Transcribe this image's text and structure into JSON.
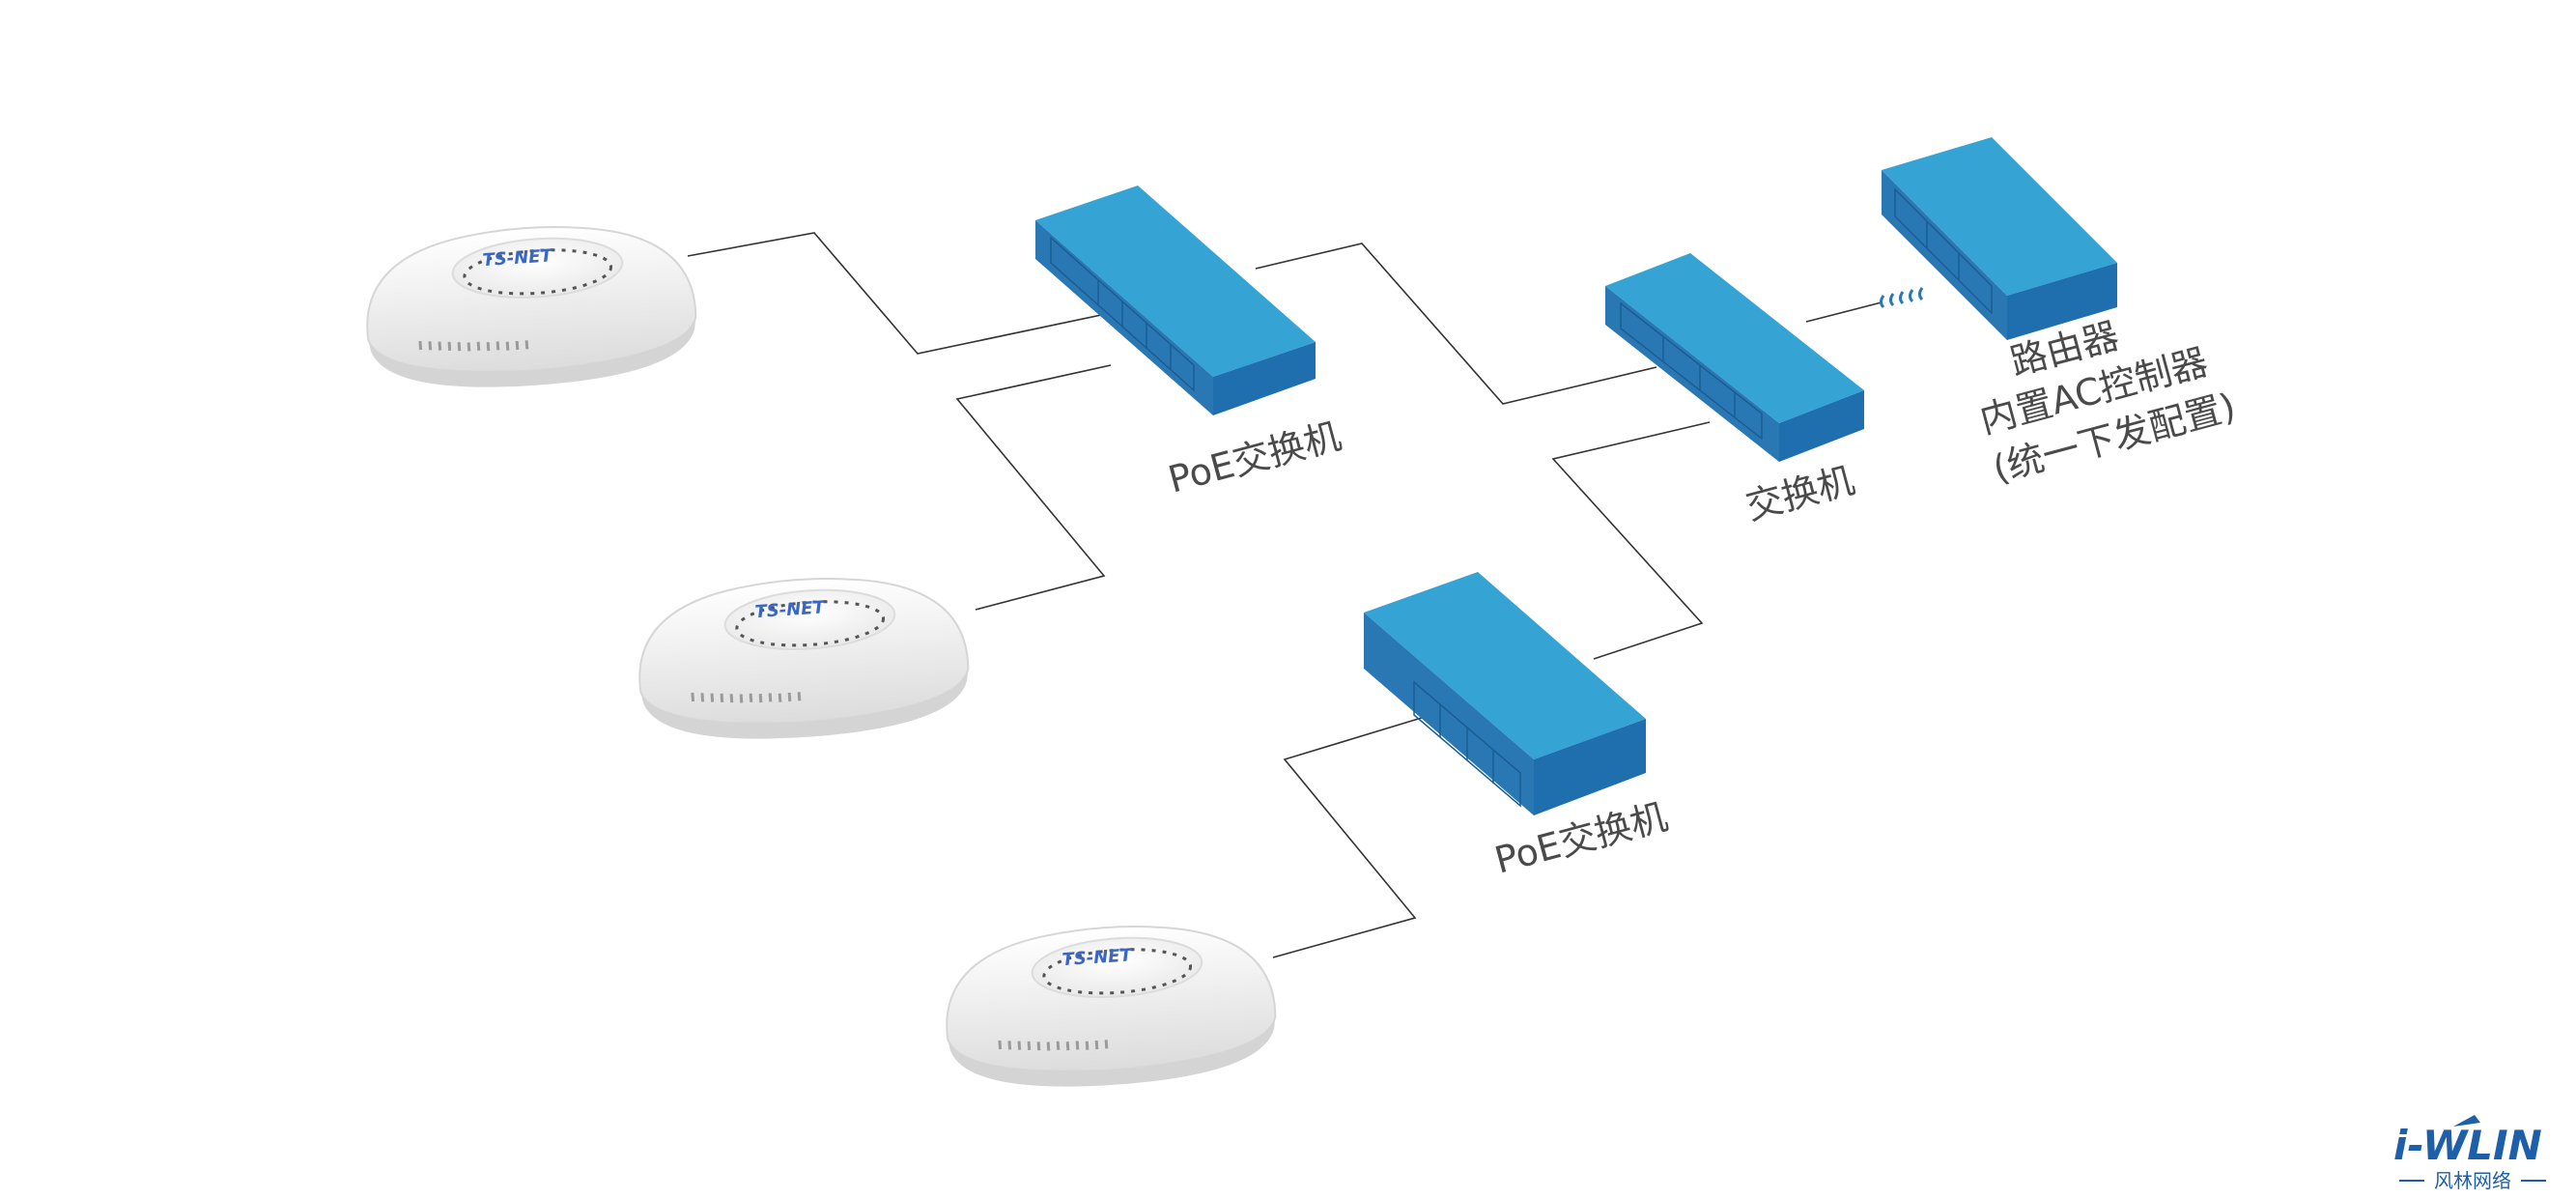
{
  "colors": {
    "switch_top": "#35a3d4",
    "switch_front": "#2a78b3",
    "switch_side": "#1f6fae",
    "wire": "#333333",
    "label": "#4a4a4a",
    "ap_body": "#f4f4f4",
    "ap_brand": "#3a66c4",
    "logo": "#1d5fa8"
  },
  "devices": {
    "ap_brand": "TS-NET",
    "poe_switch_top_label": "PoE交换机",
    "poe_switch_bottom_label": "PoE交换机",
    "core_switch_label": "交换机",
    "router_label_lines": [
      "路由器",
      "内置AC控制器",
      "(统一下发配置)"
    ]
  },
  "logo": {
    "main": "i-WLIN",
    "sub": "风林网络"
  }
}
